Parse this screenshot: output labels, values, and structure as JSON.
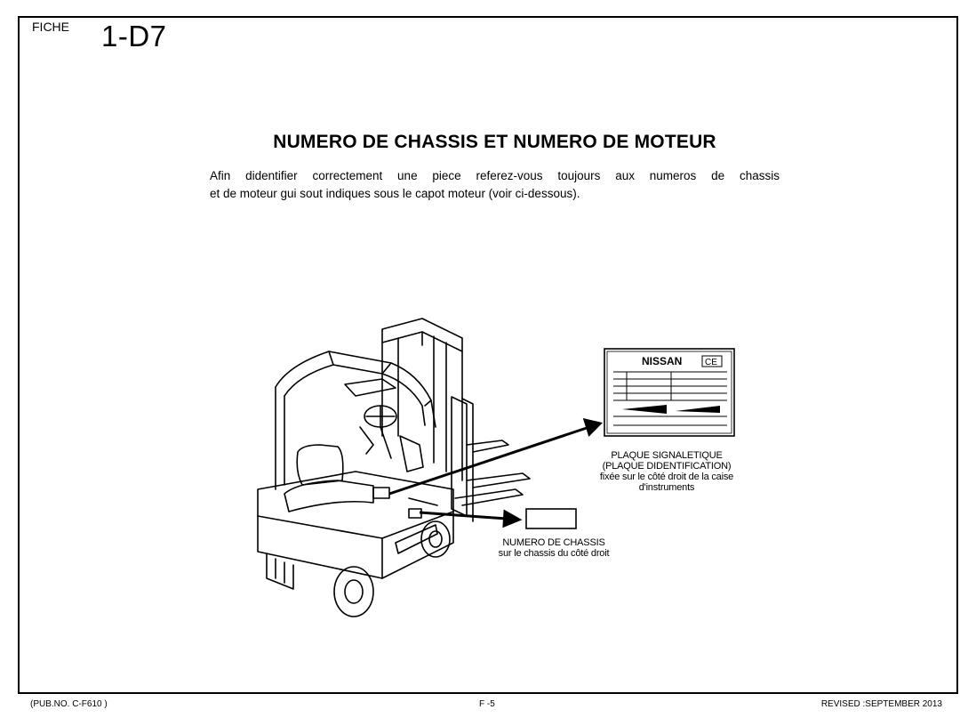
{
  "header": {
    "fiche_label": "FICHE",
    "fiche_code": "1-D7"
  },
  "main": {
    "title": "NUMERO DE CHASSIS ET NUMERO DE MOTEUR",
    "intro_line1": "Afin didentifier correctement une piece referez-vous toujours aux numeros de chassis",
    "intro_line2": "et de moteur gui sout indiques sous le capot moteur (voir ci-dessous)."
  },
  "figure": {
    "plaque_label": {
      "line1": "PLAQUE SIGNALETIQUE",
      "line2": "(PLAQUE DIDENTIFICATION)",
      "line3": "fixée sur le côté droit de la caise",
      "line4": "d'instruments"
    },
    "chassis_label": {
      "line1": "NUMERO DE CHASSIS",
      "line2": "sur le chassis du côté droit"
    },
    "plate_brand": "NISSAN",
    "plate_mark": "CE"
  },
  "footer": {
    "pub_no": "(PUB.NO. C-F610 )",
    "page": "F -5",
    "revised": "REVISED :SEPTEMBER 2013"
  }
}
